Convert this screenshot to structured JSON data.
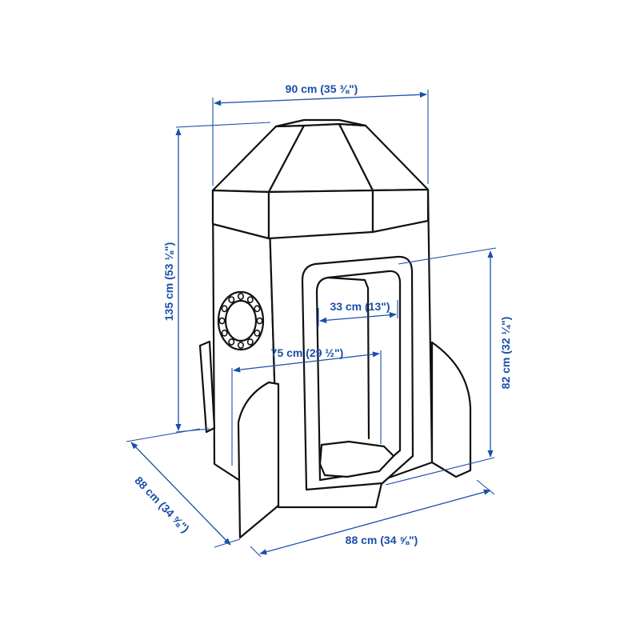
{
  "colors": {
    "dimension": "#1a4fa8",
    "outline": "#111111",
    "fill": "#ffffff"
  },
  "dimensions": {
    "top_width": "90 cm (35 ⅜\")",
    "total_height": "135 cm (53 ⅛\")",
    "door_width": "33 cm (13\")",
    "inner_width": "75 cm (29 ½\")",
    "door_height": "82 cm (32 ¼\")",
    "depth_left": "88 cm (34 ⅝\")",
    "depth_front": "88 cm (34 ⅝\")"
  }
}
